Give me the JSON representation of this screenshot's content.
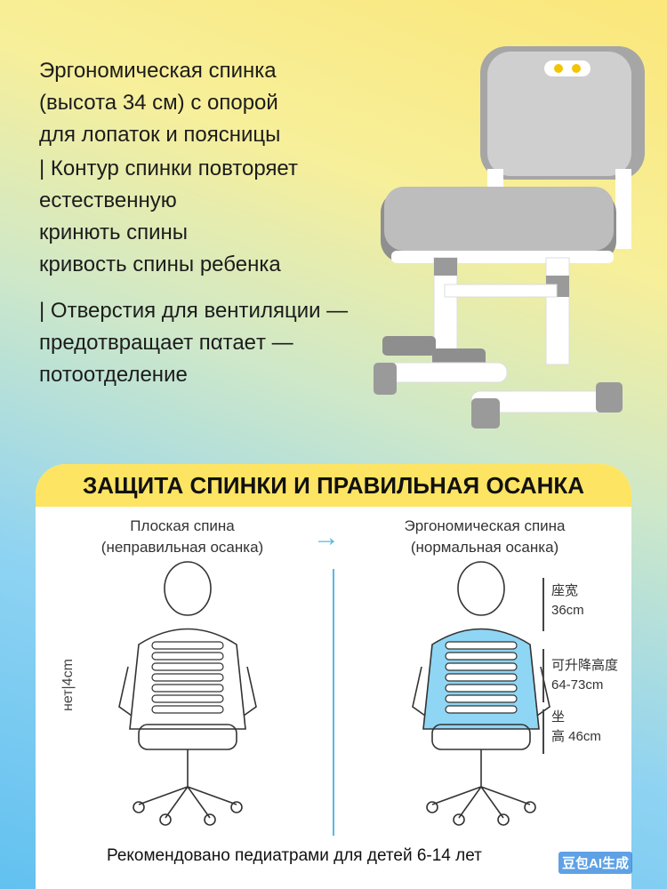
{
  "top": {
    "block1": [
      "Эргономическая спинка",
      "(высота 34 см) с опорой",
      "для лопаток и поясницы"
    ],
    "block2": [
      "| Контур спинки повторяет",
      "естественную",
      "кринють спины",
      "кривость спины ребенка"
    ],
    "block3": [
      "| Отверстия для вентиляции —",
      "  предотвращает пαтаeт —",
      "потоотделение"
    ]
  },
  "banner": "ЗАЩИТА СПИНКИ И ПРАВИЛЬНАЯ ОСАНКА",
  "left_col": {
    "title_1": "Плоская спина",
    "title_2": "(неправильная осанка)",
    "side_label": "нет|4cm"
  },
  "arrow": "→",
  "right_col": {
    "title_1": "Эргономическая спина",
    "title_2": "(нормальная осанка)",
    "specs": [
      {
        "line1": "座宽",
        "line2": "36cm"
      },
      {
        "line1": "可升降高度",
        "line2": "64-73cm"
      },
      {
        "line1": "坐",
        "line2": "高 46cm"
      }
    ]
  },
  "footer": "Рекомендовано педиатрами для детей 6-14 лет",
  "watermark": "豆包AI生成",
  "colors": {
    "accent": "#56b8e8",
    "banner": "#fde463",
    "chair_gray": "#a9a9a9"
  }
}
